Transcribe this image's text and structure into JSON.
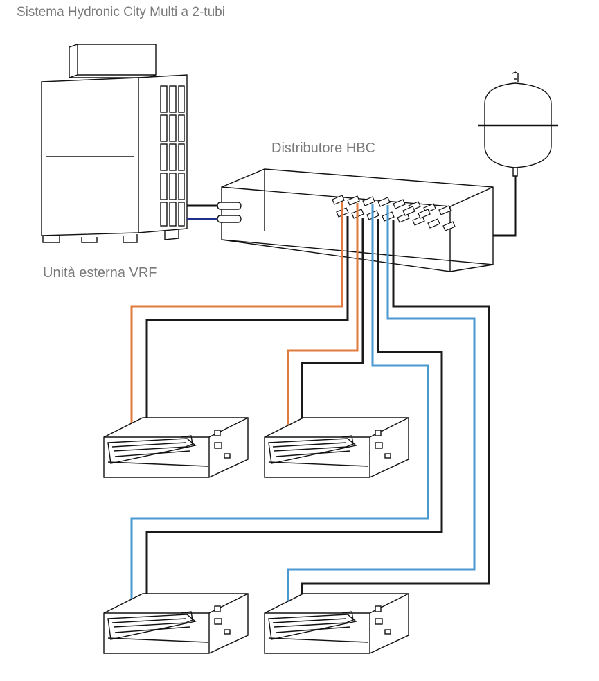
{
  "diagram": {
    "title": "Sistema Hydronic City Multi a 2-tubi",
    "distributor_label": "Distributore HBC",
    "outdoor_unit_label": "Unità esterna VRF"
  },
  "colors": {
    "hot_pipe": "#e07b3f",
    "cold_pipe": "#4a9ad0",
    "return_pipe": "#1a1a1a",
    "refrigerant_pipe": "#1f2f8a",
    "label_text": "#7a7a7a"
  }
}
